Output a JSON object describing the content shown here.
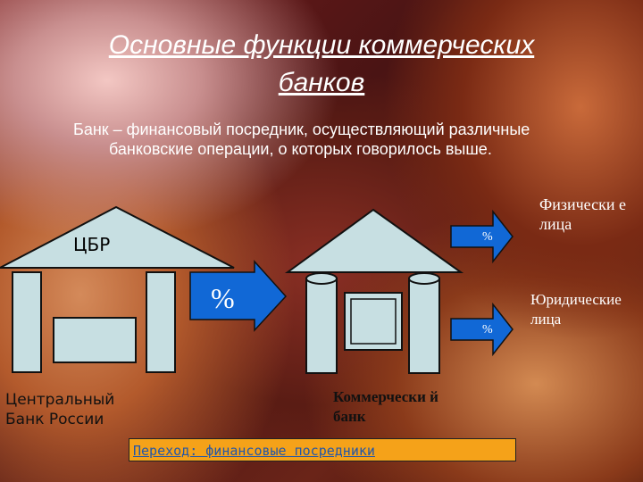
{
  "slide": {
    "title_line1": "Основные функции коммерческих",
    "title_line2": "банков",
    "intro": "Банк – финансовый посредник, осуществляющий различные банковские операции, о которых говорилось выше."
  },
  "diagram": {
    "central_bank": {
      "short_label": "ЦБР",
      "full_label": "Центральный Банк России"
    },
    "commercial_bank": {
      "label": "Коммерчески й банк"
    },
    "arrow_big_label": "%",
    "arrow_top_label": "%",
    "arrow_bottom_label": "%",
    "individuals": "Физически е лица",
    "legal_entities": "Юридические лица"
  },
  "footer": {
    "link_text": "Переход: финансовые посредники"
  },
  "colors": {
    "building_fill": "#c7dfe2",
    "arrow_fill": "#1168d6",
    "link_bg": "#f5a219",
    "link_text": "#2457a8"
  }
}
